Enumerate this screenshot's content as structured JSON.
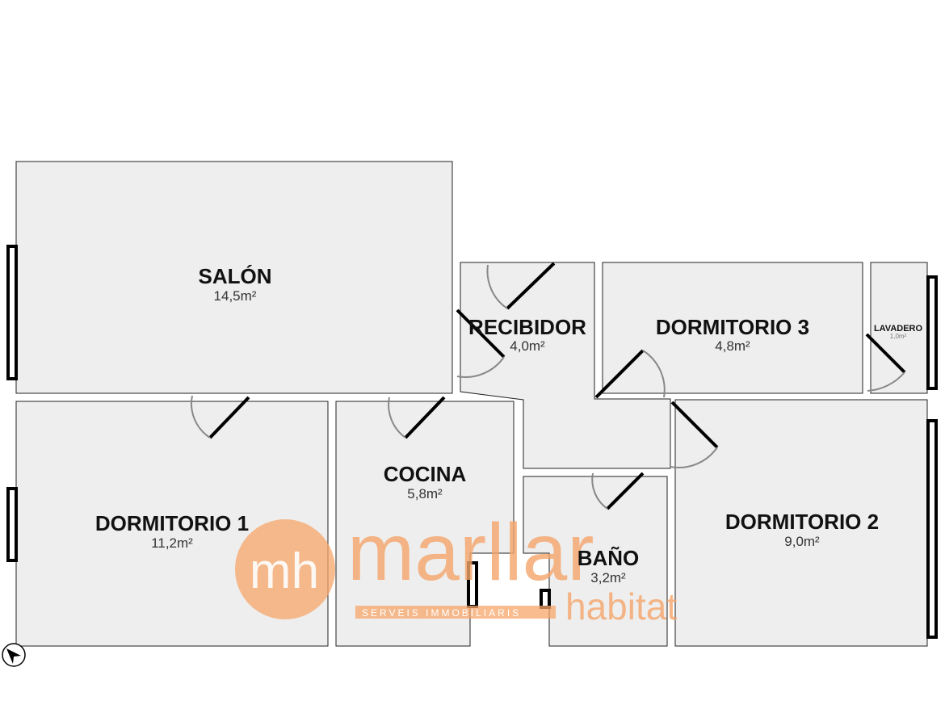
{
  "rooms": {
    "salon": {
      "name": "SALÓN",
      "area": "14,5m²"
    },
    "recibidor": {
      "name": "RECIBIDOR",
      "area": "4,0m²"
    },
    "dormitorio3": {
      "name": "DORMITORIO 3",
      "area": "4,8m²"
    },
    "lavadero": {
      "name": "LAVADERO",
      "area": "1,0m²"
    },
    "dormitorio1": {
      "name": "DORMITORIO 1",
      "area": "11,2m²"
    },
    "cocina": {
      "name": "COCINA",
      "area": "5,8m²"
    },
    "bano": {
      "name": "BAÑO",
      "area": "3,2m²"
    },
    "dormitorio2": {
      "name": "DORMITORIO 2",
      "area": "9,0m²"
    }
  },
  "watermark": {
    "monogram": "mh",
    "brand": "marllar",
    "tagline": "SERVEIS IMMOBILIARIS",
    "sub": "habitat"
  },
  "colors": {
    "room_fill": "#eeeeee",
    "watermark": "#f5a56a"
  }
}
